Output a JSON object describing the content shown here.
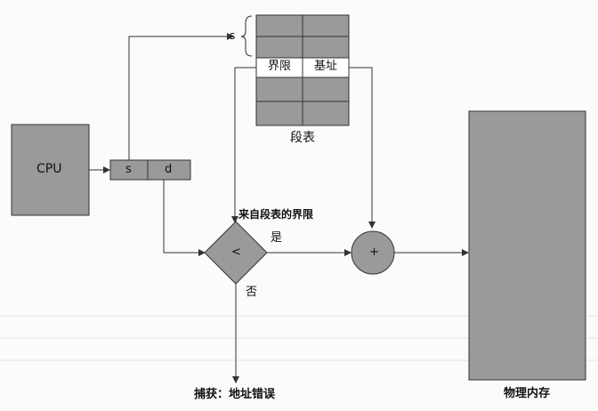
{
  "diagram": {
    "cpu_label": "CPU",
    "address_s": "s",
    "address_d": "d",
    "s_brace_label": "s",
    "segment_limit_label": "界限",
    "segment_base_label": "基址",
    "segment_table_label": "段表",
    "limit_from_table_label": "来自段表的界限",
    "compare_symbol": "<",
    "yes_label": "是",
    "no_label": "否",
    "adder_symbol": "+",
    "trap_label": "捕获：地址错误",
    "physical_memory_label": "物理内存"
  }
}
